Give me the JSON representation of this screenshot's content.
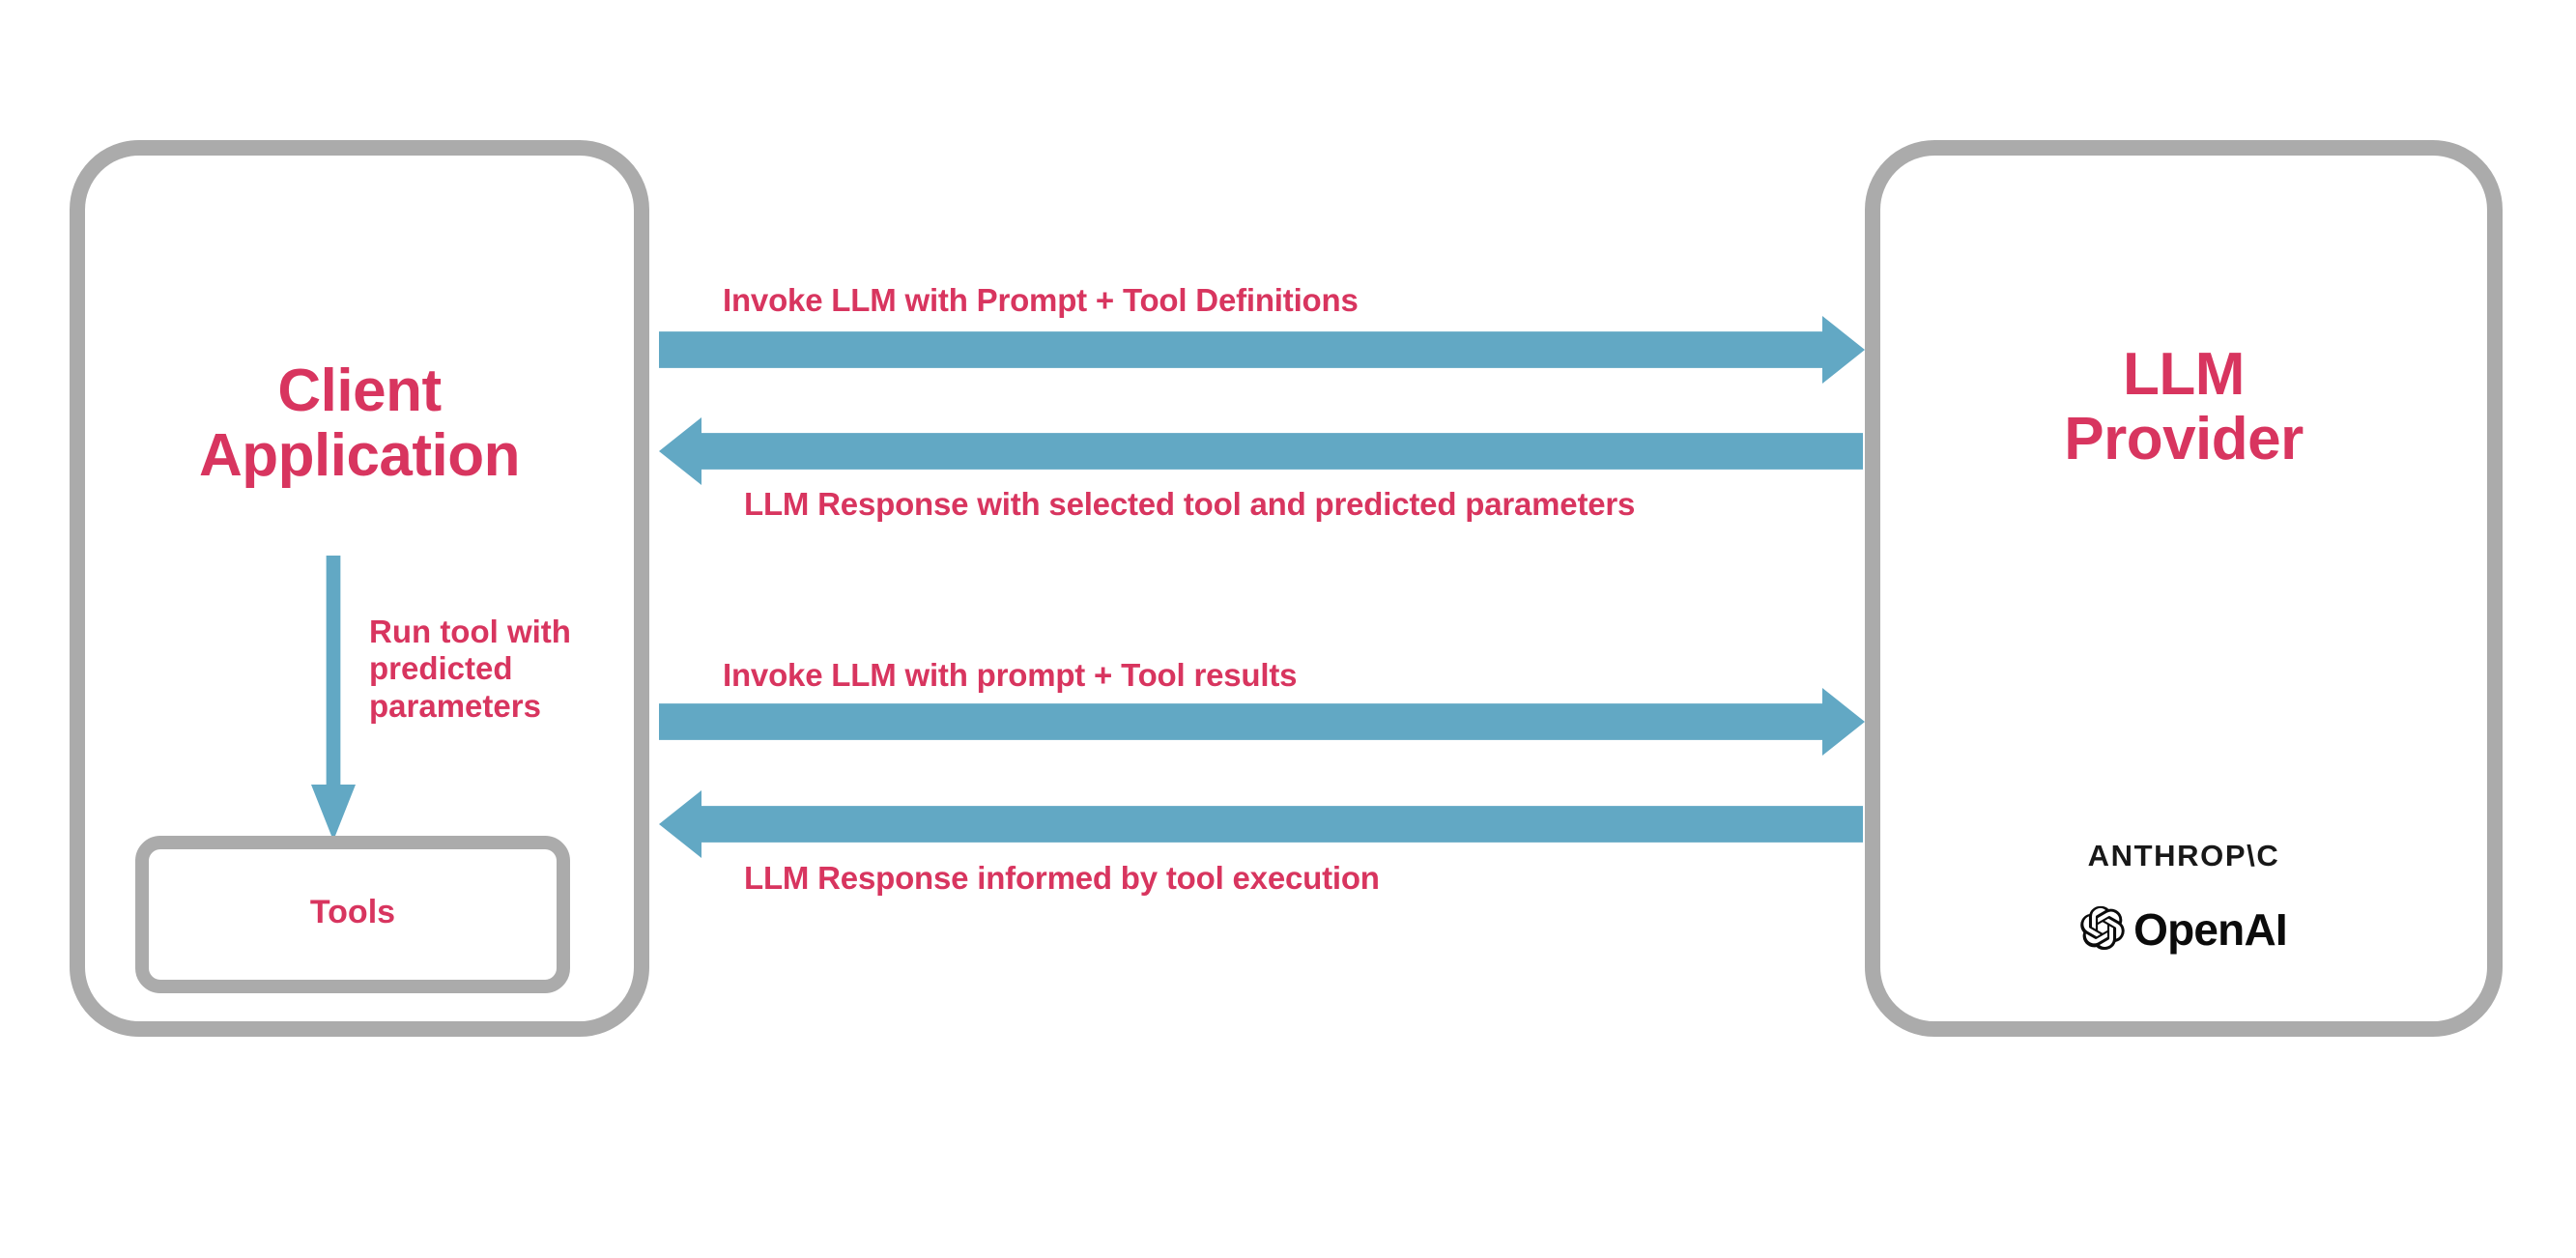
{
  "diagram": {
    "title": "LLM tool-calling flow between client application and LLM provider",
    "colors": {
      "accent_pink": "#d8355f",
      "arrow_blue": "#62a8c4",
      "box_gray": "#ababab",
      "background": "#ffffff",
      "logo_black": "#0b0b0b"
    }
  },
  "client": {
    "title": "Client\nApplication",
    "tools_label": "Tools",
    "internal_flow_label": "Run tool with\npredicted\nparameters",
    "internal_arrow_icon": "arrow-down-icon"
  },
  "provider": {
    "title": "LLM\nProvider",
    "logos": [
      {
        "name": "anthropic-logo",
        "text": "ANTHROP\\C"
      },
      {
        "name": "openai-logo",
        "text": "OpenAI",
        "icon": "openai-flower-icon"
      }
    ]
  },
  "edges": [
    {
      "id": "invoke-with-tool-definitions",
      "label": "Invoke LLM with Prompt + Tool Definitions",
      "direction": "right",
      "icon": "arrow-right-icon"
    },
    {
      "id": "response-with-selected-tool",
      "label": "LLM Response with selected tool and predicted parameters",
      "direction": "left",
      "icon": "arrow-left-icon"
    },
    {
      "id": "invoke-with-tool-results",
      "label": "Invoke LLM with prompt + Tool results",
      "direction": "right",
      "icon": "arrow-right-icon"
    },
    {
      "id": "response-informed-by-tool-execution",
      "label": "LLM Response informed by tool execution",
      "direction": "left",
      "icon": "arrow-left-icon"
    }
  ]
}
